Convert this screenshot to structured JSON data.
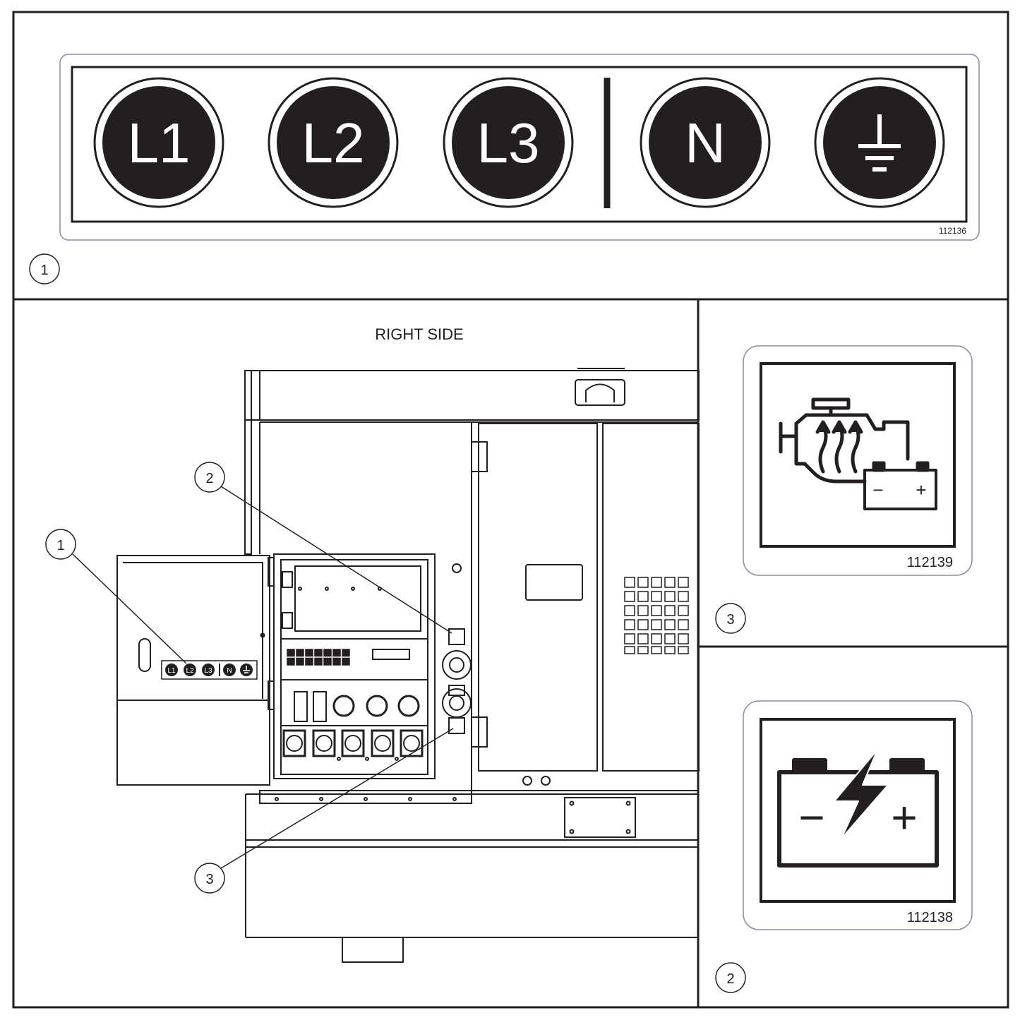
{
  "top_decal": {
    "terminals": [
      "L1",
      "L2",
      "L3",
      "N"
    ],
    "ground_icon": "ground-symbol-icon",
    "part_number": "112136",
    "callout": "1"
  },
  "main_view": {
    "title": "RIGHT SIDE",
    "callouts": [
      "1",
      "2",
      "3"
    ],
    "mini_decal_terminals": [
      "L1",
      "L2",
      "L3",
      "N"
    ]
  },
  "decal_engine": {
    "icon": "engine-battery-heater-icon",
    "minus": "−",
    "plus": "+",
    "part_number": "112139",
    "callout": "3"
  },
  "decal_battery": {
    "icon": "battery-charging-icon",
    "minus": "−",
    "plus": "+",
    "part_number": "112138",
    "callout": "2"
  },
  "colors": {
    "ink": "#231f20",
    "decal_border": "#8a8aa6",
    "paper": "#ffffff"
  }
}
